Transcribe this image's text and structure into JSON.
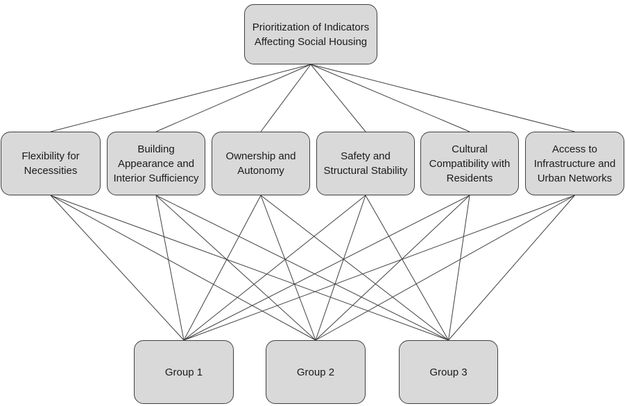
{
  "diagram": {
    "type": "hierarchy",
    "root": {
      "id": "root",
      "label": "Prioritization of Indicators Affecting Social Housing"
    },
    "criteria": [
      {
        "id": "c1",
        "label": "Flexibility for Necessities"
      },
      {
        "id": "c2",
        "label": "Building Appearance and Interior Sufficiency"
      },
      {
        "id": "c3",
        "label": "Ownership and Autonomy"
      },
      {
        "id": "c4",
        "label": "Safety and Structural Stability"
      },
      {
        "id": "c5",
        "label": "Cultural Compatibility with Residents"
      },
      {
        "id": "c6",
        "label": "Access to Infrastructure and Urban Networks"
      }
    ],
    "groups": [
      {
        "id": "g1",
        "label": "Group 1"
      },
      {
        "id": "g2",
        "label": "Group 2"
      },
      {
        "id": "g3",
        "label": "Group 3"
      }
    ],
    "edges": [
      [
        "root",
        "c1"
      ],
      [
        "root",
        "c2"
      ],
      [
        "root",
        "c3"
      ],
      [
        "root",
        "c4"
      ],
      [
        "root",
        "c5"
      ],
      [
        "root",
        "c6"
      ],
      [
        "c1",
        "g1"
      ],
      [
        "c1",
        "g2"
      ],
      [
        "c1",
        "g3"
      ],
      [
        "c2",
        "g1"
      ],
      [
        "c2",
        "g2"
      ],
      [
        "c2",
        "g3"
      ],
      [
        "c3",
        "g1"
      ],
      [
        "c3",
        "g2"
      ],
      [
        "c3",
        "g3"
      ],
      [
        "c4",
        "g1"
      ],
      [
        "c4",
        "g2"
      ],
      [
        "c4",
        "g3"
      ],
      [
        "c5",
        "g1"
      ],
      [
        "c5",
        "g2"
      ],
      [
        "c5",
        "g3"
      ],
      [
        "c6",
        "g1"
      ],
      [
        "c6",
        "g2"
      ],
      [
        "c6",
        "g3"
      ]
    ],
    "colors": {
      "background": "#ffffff",
      "node_fill": "#d9d9d9",
      "node_border": "#3f3f3f",
      "edge": "#3f3f3f",
      "text": "#1a1a1a"
    }
  }
}
